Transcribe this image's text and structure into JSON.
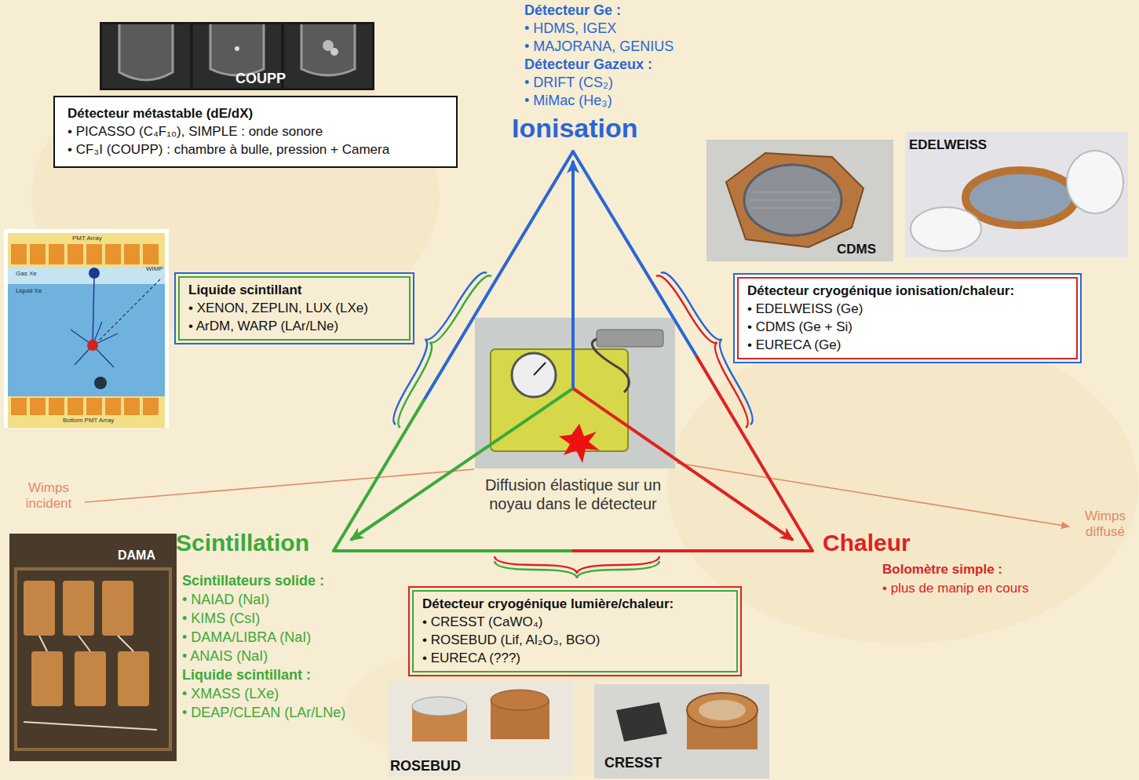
{
  "diagram": {
    "nodes": [
      {
        "text": [
          "Détecteur métastable (dE/dX)",
          "• PICASSO (C₄F₁₀), SIMPLE : onde sonore",
          "• CF₃I (COUPP) : chambre à bulle, pression + Camera"
        ]
      },
      {
        "text": [
          "Liquide scintillant",
          "• XENON, ZEPLIN, LUX (LXe)",
          "• ArDM, WARP (LAr/LNe)"
        ]
      },
      {
        "text": [
          "Détecteur cryogénique ionisation/chaleur:",
          "• EDELWEISS (Ge)",
          "• CDMS (Ge + Si)",
          "• EURECA (Ge)"
        ]
      },
      {
        "text": [
          "Détecteur cryogénique lumière/chaleur:",
          "• CRESST (CaWO₄)",
          "• ROSEBUD (Lif, Al₂O₃, BGO)",
          "• EURECA (???)"
        ]
      }
    ],
    "labels": [
      "Détecteur Ge :",
      "• HDMS, IGEX",
      "• MAJORANA, GENIUS",
      "Détecteur Gazeux :",
      "• DRIFT (CS₂)",
      "• MiMac (He₃)",
      "COUPP",
      "Ionisation",
      "EDELWEISS",
      "CDMS",
      "PMT Array",
      "WIMP",
      "Gas Xe",
      "Liquid Xe",
      "Bottom PMT Array",
      "Wimps incident",
      "Diffusion élastique sur un noyau dans le détecteur",
      "Wimps diffusé",
      "Scintillation",
      "Chaleur",
      "DAMA",
      "Bolomètre simple :",
      "• plus de manip en cours",
      "Scintillateurs solide :",
      "• NAIAD (NaI)",
      "• KIMS (CsI)",
      "• DAMA/LIBRA (NaI)",
      "• ANAIS (NaI)",
      "Liquide scintillant :",
      "• XMASS (LXe)",
      "• DEAP/CLEAN (LAr/LNe)",
      "ROSEBUD",
      "CRESST"
    ]
  }
}
